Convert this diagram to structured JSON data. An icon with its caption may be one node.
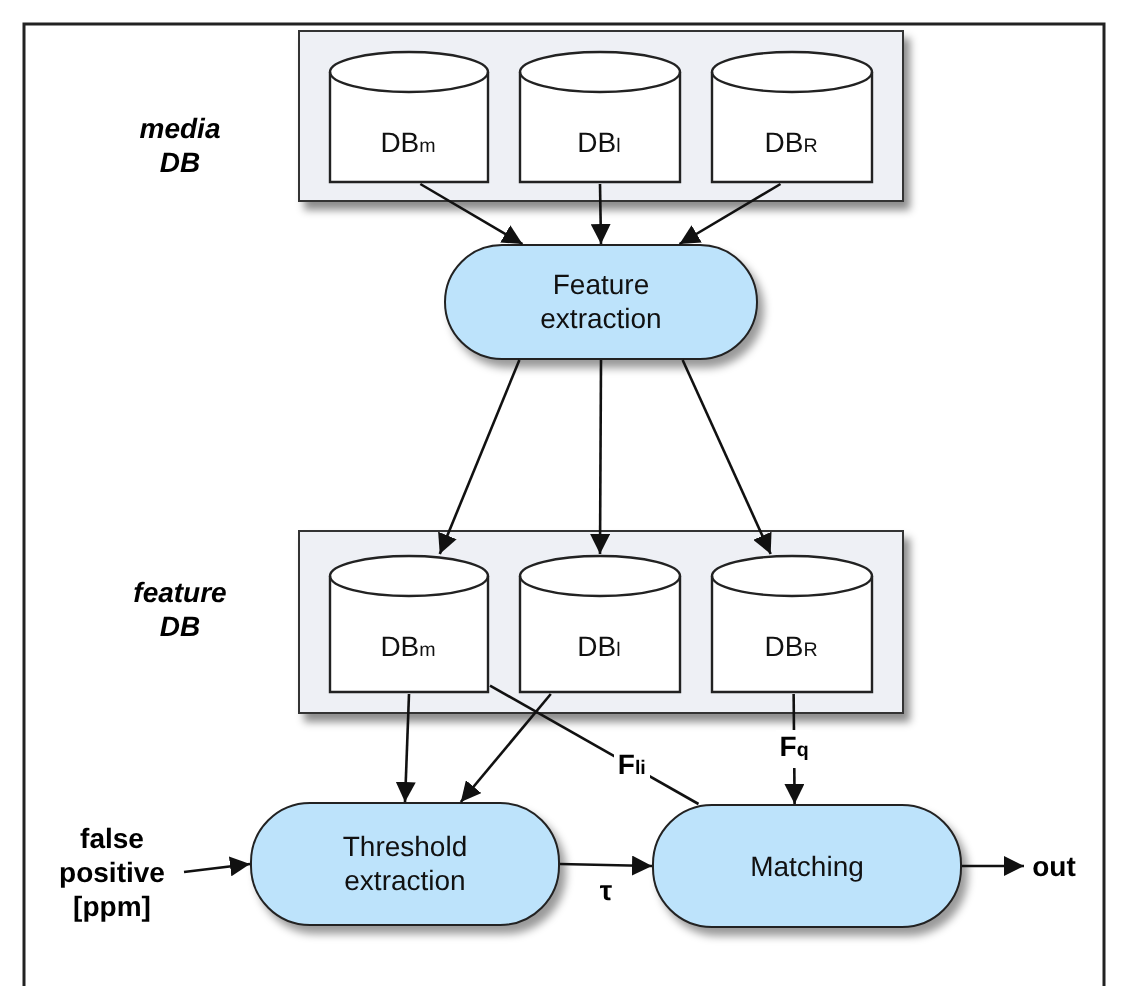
{
  "diagram": {
    "nodes": [
      {
        "text": [
          "media DB"
        ]
      },
      {
        "text": [
          "DB$_{m}$"
        ],
        "in": 0
      },
      {
        "text": [
          "DB$_{l}$"
        ],
        "in": 0
      },
      {
        "text": [
          "DB$_{R}$"
        ],
        "in": 0
      },
      {
        "text": [
          "Feature extraction"
        ]
      },
      {
        "text": [
          "feature DB"
        ]
      },
      {
        "text": [
          "DB$_{m}$"
        ],
        "in": 5
      },
      {
        "text": [
          "DB$_{l}$"
        ],
        "in": 5
      },
      {
        "text": [
          "DB$_{R}$"
        ],
        "in": 5
      },
      {
        "text": [
          "Threshold extraction"
        ]
      },
      {
        "text": [
          "Matching"
        ]
      },
      {
        "text": [
          "false positive [ppm]"
        ]
      },
      {
        "text": [
          "out"
        ]
      }
    ],
    "edges": [
      {
        "from": 1,
        "to": 4,
        "arrow": "to"
      },
      {
        "from": 2,
        "to": 4,
        "arrow": "to"
      },
      {
        "from": 3,
        "to": 4,
        "arrow": "to"
      },
      {
        "from": 4,
        "to": 6,
        "arrow": "to"
      },
      {
        "from": 4,
        "to": 7,
        "arrow": "to"
      },
      {
        "from": 4,
        "to": 8,
        "arrow": "to"
      },
      {
        "from": 6,
        "to": 9,
        "arrow": "to"
      },
      {
        "from": 7,
        "to": 9,
        "arrow": "to"
      },
      {
        "from": 6,
        "to": 10,
        "arrow": "none",
        "label": "F$_{li}$"
      },
      {
        "from": 8,
        "to": 10,
        "arrow": "to",
        "label": "F$_{q}$"
      },
      {
        "from": 9,
        "to": 10,
        "arrow": "to",
        "label": "τ"
      },
      {
        "from": 11,
        "to": 9,
        "arrow": "to"
      },
      {
        "from": 10,
        "to": 12,
        "arrow": "to"
      }
    ]
  }
}
